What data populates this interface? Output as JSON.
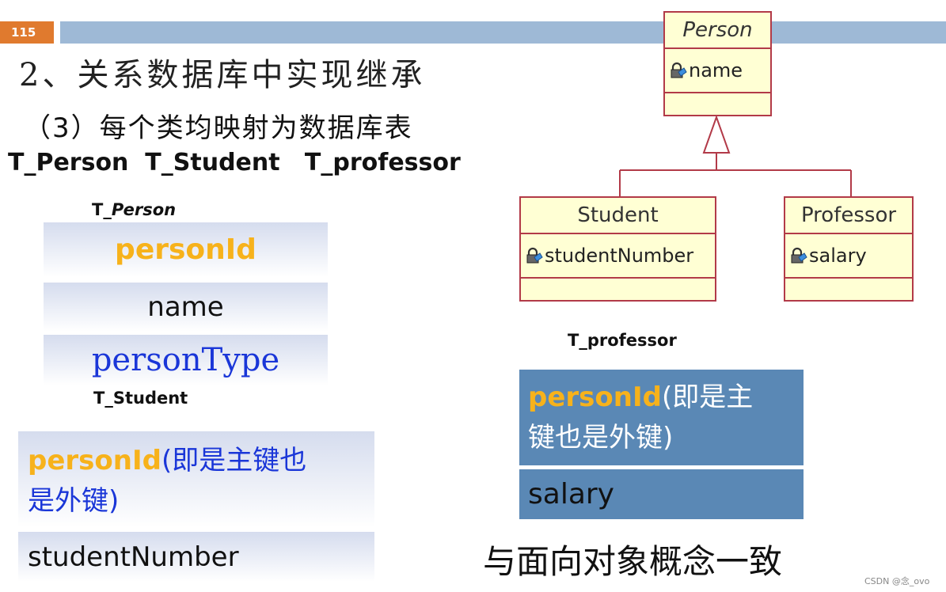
{
  "header": {
    "page_number": "115",
    "title": "2、关系数据库中实现继承",
    "subtitle": "（3）每个类均映射为数据库表",
    "tables_line": "T_Person  T_Student   T_professor"
  },
  "t_person": {
    "caption": "T_Person",
    "caption_prefix": "T_",
    "caption_name": "Person",
    "rows": [
      "personId",
      "name",
      "personType"
    ]
  },
  "t_student": {
    "caption": "T_Student",
    "pk_label": "personId",
    "pk_note": "(即是主键也是外键)",
    "pk_note_line1": "(即是主键也",
    "pk_note_line2": "是外键)",
    "row2": "studentNumber"
  },
  "t_professor": {
    "caption": "T_professor",
    "pk_label": "personId",
    "pk_note_line1": "(即是主",
    "pk_note_line2": "键也是外键)",
    "row2": "salary"
  },
  "uml": {
    "person": {
      "name": "Person",
      "attribute": "name"
    },
    "student": {
      "name": "Student",
      "attribute": "studentNumber"
    },
    "professor": {
      "name": "Professor",
      "attribute": "salary"
    }
  },
  "footer": "与面向对象概念一致",
  "watermark": "CSDN @念_ovo",
  "colors": {
    "accent_orange": "#e07a2e",
    "header_bar": "#9eb9d6",
    "primary_key": "#f7b21b",
    "note_blue": "#1a36d8",
    "dark_table": "#5a88b5",
    "uml_fill": "#ffffd4",
    "uml_border": "#b23a48"
  }
}
